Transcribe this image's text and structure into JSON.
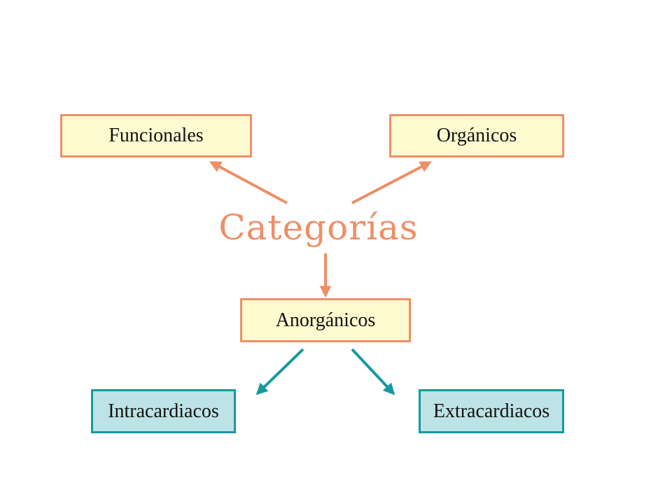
{
  "title": "Categorías",
  "nodes": {
    "funcionales": "Funcionales",
    "organicos": "Orgánicos",
    "anorganicos": "Anorgánicos",
    "intracardiacos": "Intracardiacos",
    "extracardiacos": "Extracardiacos"
  },
  "colors": {
    "warm_border": "#ee8f66",
    "warm_fill": "#fffbd0",
    "cool_border": "#16999f",
    "cool_fill": "#bde3e6",
    "title_color": "#ee8f66",
    "warm_arrow": "#ee8f66",
    "cool_arrow": "#16999f"
  }
}
